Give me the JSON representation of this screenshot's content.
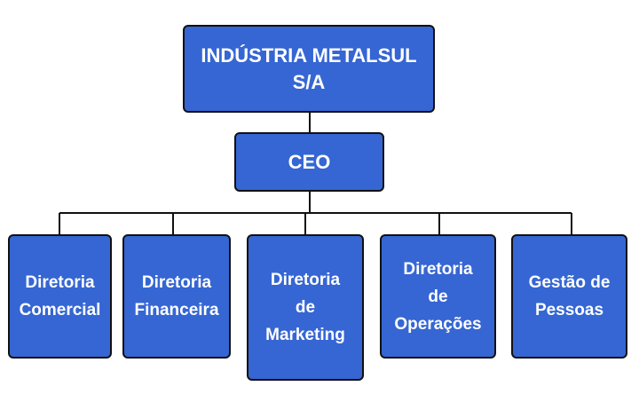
{
  "org_chart": {
    "company": "INDÚSTRIA METALSUL\nS/A",
    "ceo": "CEO",
    "departments": [
      "Diretoria\nComercial",
      "Diretoria\nFinanceira",
      "Diretoria\nde\nMarketing",
      "Diretoria\nde\nOperações",
      "Gestão de\nPessoas"
    ]
  },
  "colors": {
    "box_fill": "#3566d3",
    "box_border": "#111111",
    "text": "#ffffff",
    "connector": "#111111"
  }
}
